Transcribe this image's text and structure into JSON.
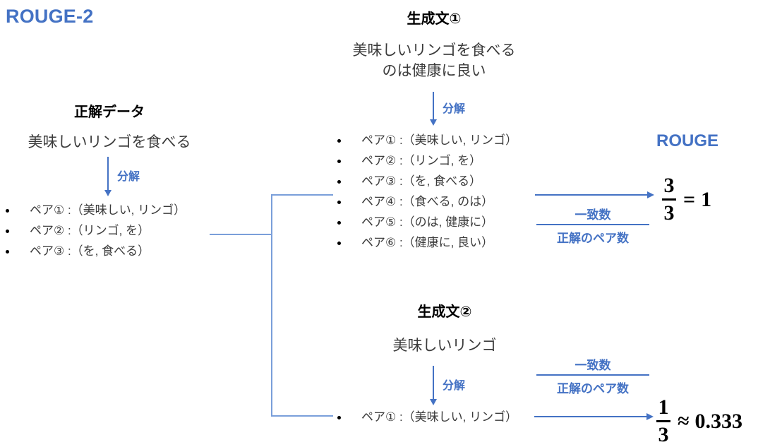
{
  "slide": {
    "title": "ROUGE-2",
    "rouge_label": "ROUGE",
    "accent_color": "#4472C4",
    "bracket_color": "#7A9FDA",
    "text_color": "#3b3b3b"
  },
  "reference": {
    "heading": "正解データ",
    "sentence": "美味しいリンゴを食べる",
    "decompose_label": "分解",
    "pairs": [
      "ペア① :（美味しい, リンゴ）",
      "ペア② :（リンゴ, を）",
      "ペア③ :（を, 食べる）"
    ]
  },
  "candidate1": {
    "heading": "生成文①",
    "sentence_line1": "美味しいリンゴを食べる",
    "sentence_line2": "のは健康に良い",
    "decompose_label": "分解",
    "pairs": [
      "ペア① :（美味しい, リンゴ）",
      "ペア② :（リンゴ, を）",
      "ペア③ :（を, 食べる）",
      "ペア④ :（食べる, のは）",
      "ペア⑤ :（のは, 健康に）",
      "ペア⑥ :（健康に, 良い）"
    ],
    "formula": {
      "numerator_label": "一致数",
      "denominator_label": "正解のペア数"
    },
    "result": {
      "numerator": "3",
      "denominator": "3",
      "operator": "=",
      "value": "1"
    }
  },
  "candidate2": {
    "heading": "生成文②",
    "sentence": "美味しいリンゴ",
    "decompose_label": "分解",
    "pairs": [
      "ペア① :（美味しい, リンゴ）"
    ],
    "formula": {
      "numerator_label": "一致数",
      "denominator_label": "正解のペア数"
    },
    "result": {
      "numerator": "1",
      "denominator": "3",
      "operator": "≈",
      "value": "0.333"
    }
  }
}
